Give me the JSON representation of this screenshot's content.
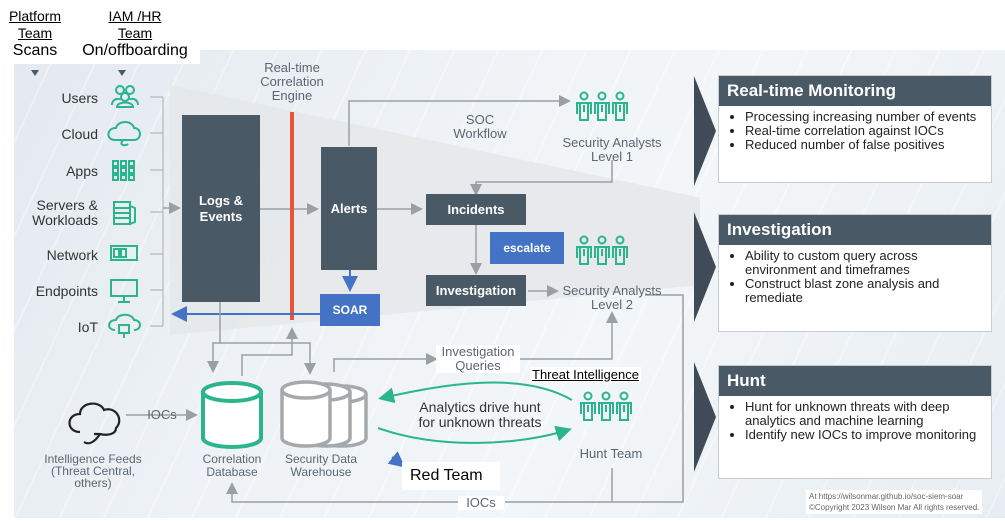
{
  "top_labels": [
    {
      "title_line1": "Platform",
      "title_line2": "Team",
      "subtitle": "Scans"
    },
    {
      "title_line1": "IAM /HR",
      "title_line2": "Team",
      "subtitle": "On/offboarding"
    }
  ],
  "sources": [
    {
      "label": "Users",
      "icon": "users-icon"
    },
    {
      "label": "Cloud",
      "icon": "cloud-icon"
    },
    {
      "label": "Apps",
      "icon": "apps-grid-icon"
    },
    {
      "label": "Servers &\nWorkloads",
      "label_line1": "Servers &",
      "label_line2": "Workloads",
      "icon": "server-icon"
    },
    {
      "label": "Network",
      "icon": "network-icon"
    },
    {
      "label": "Endpoints",
      "icon": "monitor-icon"
    },
    {
      "label": "IoT",
      "icon": "iot-cloud-icon"
    }
  ],
  "pipeline": {
    "logs_events": "Logs &\nEvents",
    "logs_line1": "Logs &",
    "logs_line2": "Events",
    "correlation_engine_line1": "Real-time",
    "correlation_engine_line2": "Correlation",
    "correlation_engine_line3": "Engine",
    "alerts": "Alerts",
    "soar": "SOAR",
    "soc_workflow_line1": "SOC",
    "soc_workflow_line2": "Workflow",
    "incidents": "Incidents",
    "escalate": "escalate",
    "investigation": "Investigation",
    "analysts_l1_line1": "Security Analysts",
    "analysts_l1_line2": "Level 1",
    "analysts_l2_line1": "Security Analysts",
    "analysts_l2_line2": "Level 2",
    "investigation_queries_line1": "Investigation",
    "investigation_queries_line2": "Queries",
    "threat_intelligence": "Threat Intelligence",
    "analytics_line1": "Analytics drive hunt",
    "analytics_line2": "for unknown threats",
    "hunt_team": "Hunt Team",
    "red_team": "Red Team",
    "iocs_bottom": "IOCs",
    "iocs_feed": "IOCs",
    "intel_feeds_line1": "Intelligence Feeds",
    "intel_feeds_line2": "(Threat Central,",
    "intel_feeds_line3": "others)",
    "correlation_db_line1": "Correlation",
    "correlation_db_line2": "Database",
    "data_warehouse_line1": "Security Data",
    "data_warehouse_line2": "Warehouse"
  },
  "panels": [
    {
      "title": "Real-time Monitoring",
      "bullets": [
        "Processing increasing number of events",
        "Real-time correlation against IOCs",
        "Reduced number of false positives"
      ]
    },
    {
      "title": "Investigation",
      "bullets": [
        "Ability to custom query across environment and timeframes",
        "Construct blast zone analysis and remediate"
      ]
    },
    {
      "title": "Hunt",
      "bullets": [
        "Hunt for unknown threats with deep analytics and machine learning",
        "Identify new IOCs to improve monitoring"
      ]
    }
  ],
  "footer": {
    "line1": "At https://wilsonmar.github.io/soc-siem-soar",
    "line2": "©Copyright 2023 Wilson Mar  All rights reserved."
  },
  "colors": {
    "teal": "#2bb58c",
    "dark_box": "#4a5966",
    "blue": "#4472c4",
    "red_line": "#e8533a",
    "connector": "#9a9fa4"
  }
}
